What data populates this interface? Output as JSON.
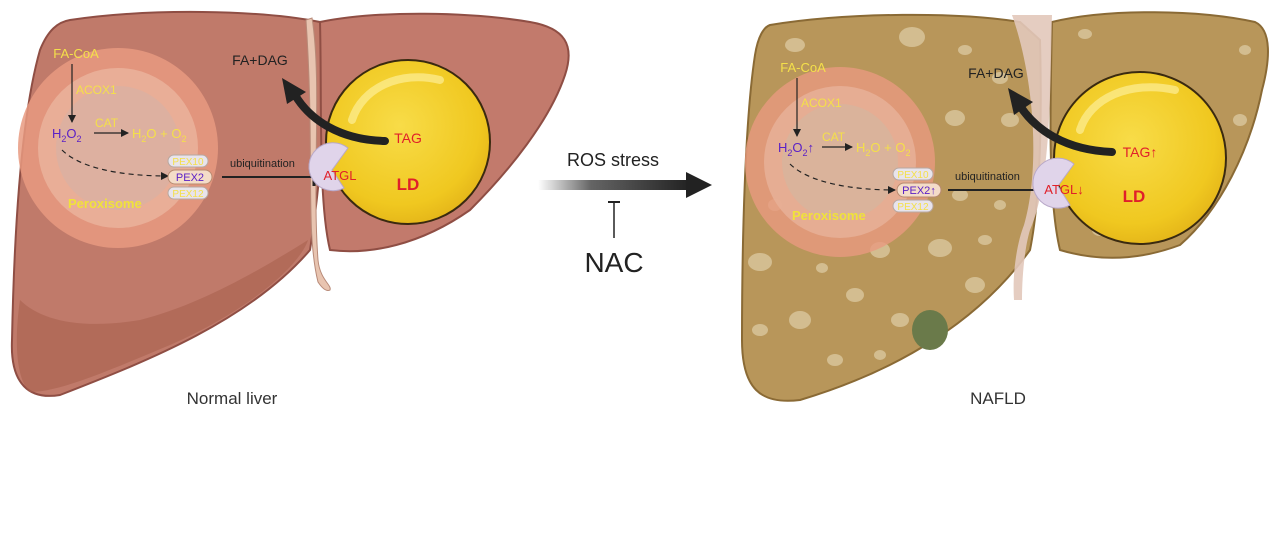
{
  "colors": {
    "normal_liver": "#c07a6a",
    "nafld_liver": "#b8965a",
    "lipid_droplet": "#f5d53c",
    "peroxisome": "#e8a088",
    "text_yellow": "#f4e04a",
    "text_purple": "#5b21c6",
    "text_red": "#e0202a"
  },
  "normal": {
    "caption": "Normal liver",
    "fa_coa": "FA-CoA",
    "acox1": "ACOX1",
    "h2o2": "H",
    "h2o2_sub1": "2",
    "h2o2_o": "O",
    "h2o2_sub2": "2",
    "cat": "CAT",
    "h2o_o2_h": "H",
    "h2o_o2_sub": "2",
    "h2o_o2_o": "O + O",
    "h2o_o2_sub2": "2",
    "pex10": "PEX10",
    "pex2": "PEX2",
    "pex12": "PEX12",
    "peroxisome": "Peroxisome",
    "ubiquitination": "ubiquitination",
    "atgl": "ATGL",
    "ld": "LD",
    "tag": "TAG",
    "fa_dag": "FA+DAG"
  },
  "middle": {
    "ros_stress": "ROS stress",
    "nac": "NAC"
  },
  "nafld": {
    "caption": "NAFLD",
    "fa_coa": "FA-CoA",
    "acox1": "ACOX1",
    "h2o2": "H",
    "h2o2_sub1": "2",
    "h2o2_o": "O",
    "h2o2_sub2": "2",
    "up_arrow": "↑",
    "cat": "CAT",
    "h2o_o2_h": "H",
    "h2o_o2_sub": "2",
    "h2o_o2_o": "O + O",
    "h2o_o2_sub2": "2",
    "pex10": "PEX10",
    "pex2": "PEX2",
    "pex12": "PEX12",
    "peroxisome": "Peroxisome",
    "ubiquitination": "ubiquitination",
    "atgl": "ATGL",
    "down_arrow": "↓",
    "ld": "LD",
    "tag": "TAG",
    "fa_dag": "FA+DAG"
  }
}
